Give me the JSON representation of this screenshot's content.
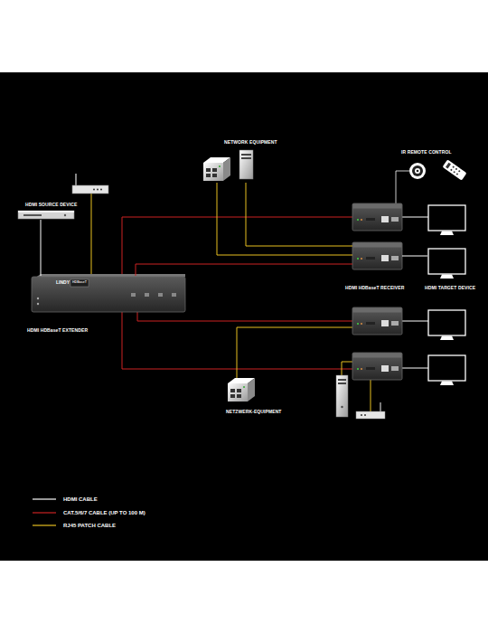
{
  "diagram": {
    "nodes": [
      {
        "text": [
          "NETWORK EQUIPMENT"
        ]
      },
      {
        "text": [
          "IR REMOTE CONTROL"
        ]
      },
      {
        "text": [
          "HDMI SOURCE DEVICE"
        ]
      },
      {
        "text": [
          "HDMI HDBaseT RECEIVER"
        ]
      },
      {
        "text": [
          "HDMI TARGET DEVICE"
        ]
      },
      {
        "text": [
          "HDMI HDBaseT EXTENDER"
        ]
      },
      {
        "text": [
          "NETZWERK-EQUIPMENT"
        ]
      }
    ],
    "edges": [
      {
        "from": 2,
        "to": 5,
        "arrow": "none"
      },
      {
        "from": 5,
        "to": 3,
        "arrow": "none"
      },
      {
        "from": 0,
        "to": 3,
        "arrow": "none"
      },
      {
        "from": 0,
        "to": 3,
        "arrow": "none"
      },
      {
        "from": 3,
        "to": 4,
        "arrow": "none"
      }
    ],
    "labels": [
      "LINDY",
      "HDBaseT"
    ],
    "legend": [
      {
        "text": "HDMI CABLE"
      },
      {
        "text": "CAT.5/6/7 CABLE (UP TO 100 M)"
      },
      {
        "text": "RJ45 PATCH CABLE"
      }
    ]
  }
}
